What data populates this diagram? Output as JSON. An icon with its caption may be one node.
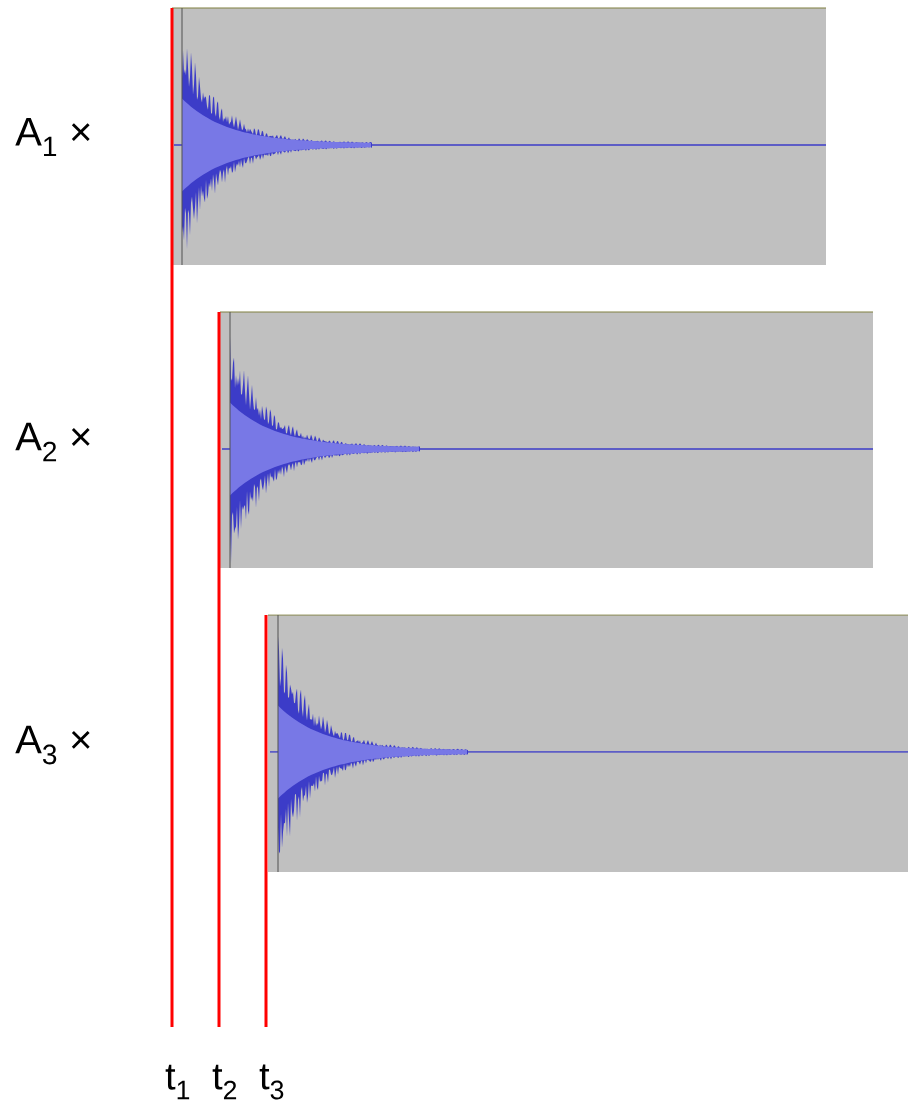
{
  "diagram": {
    "labels": [
      "A$_{1}$ ×",
      "A$_{2}$ ×",
      "A$_{3}$ ×",
      "t$_{1}$",
      "t$_{2}$",
      "t$_{3}$"
    ]
  }
}
